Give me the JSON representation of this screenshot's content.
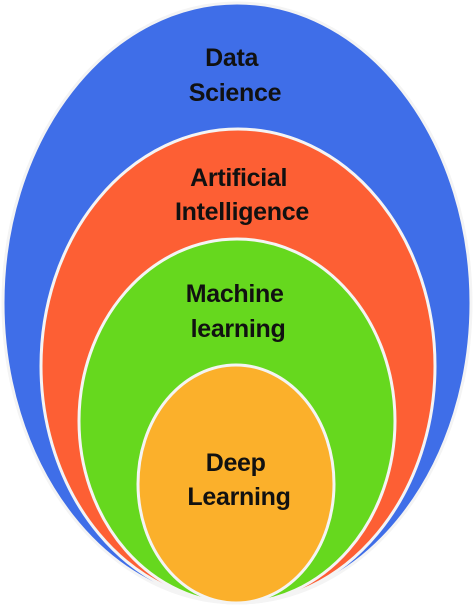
{
  "colors": {
    "background": "#ffffff",
    "ring_outline": "#f4f4f4",
    "data_science": "#3f6ee8",
    "artificial_intelligence": "#fd5f34",
    "machine_learning": "#66d81e",
    "deep_learning": "#fbb02b"
  },
  "rings": [
    {
      "id": "data-science",
      "line1": "Data",
      "line2": "Science",
      "color_key": "data_science"
    },
    {
      "id": "artificial-intelligence",
      "line1": "Artificial",
      "line2": "Intelligence",
      "color_key": "artificial_intelligence"
    },
    {
      "id": "machine-learning",
      "line1": "Machine",
      "line2": "learning",
      "color_key": "machine_learning"
    },
    {
      "id": "deep-learning",
      "line1": "Deep",
      "line2": "Learning",
      "color_key": "deep_learning"
    }
  ]
}
